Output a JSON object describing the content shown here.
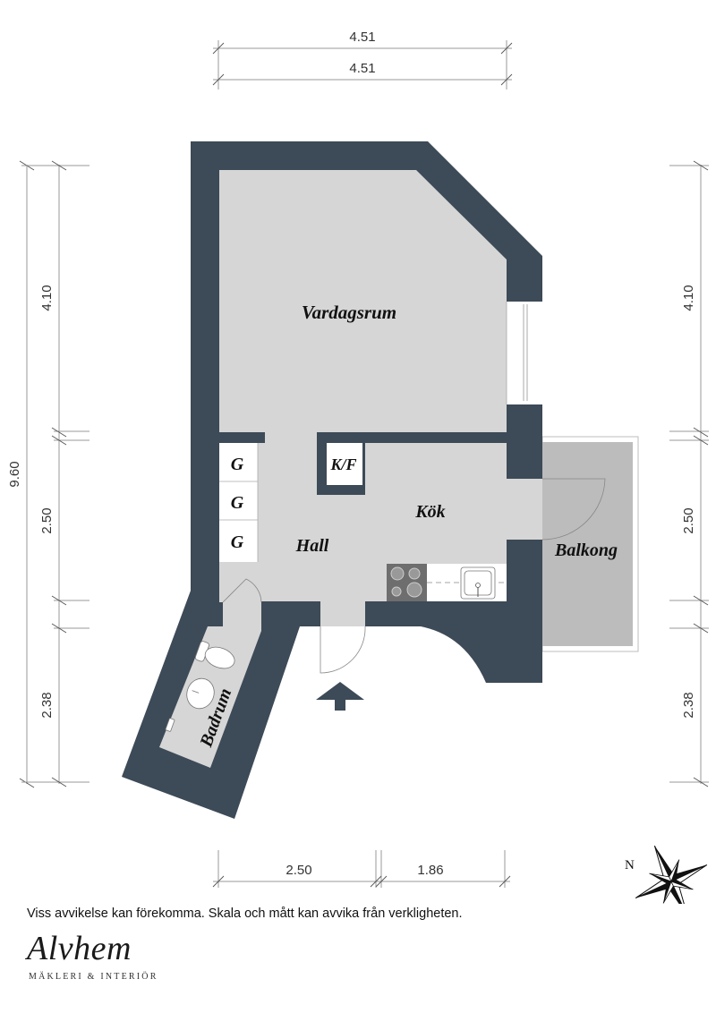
{
  "colors": {
    "wall": "#3d4a57",
    "floor": "#d6d6d6",
    "balcony": "#bcbcbc",
    "closet": "#ffffff",
    "stove": "#6e6e6e",
    "dimension_line": "#9a9a9a"
  },
  "dimensions": {
    "top": [
      "4.51",
      "4.51"
    ],
    "left_total": "9.60",
    "left_segments": [
      "4.10",
      "2.50",
      "2.38"
    ],
    "right_segments": [
      "4.10",
      "2.50",
      "2.38"
    ],
    "bottom_segments": [
      "2.50",
      "1.86"
    ]
  },
  "rooms": {
    "living": "Vardagsrum",
    "kitchen": "Kök",
    "hall": "Hall",
    "balcony": "Balkong",
    "bathroom": "Badrum",
    "fridge_freezer": "K/F",
    "closets": [
      "G",
      "G",
      "G"
    ]
  },
  "compass": {
    "north_label": "N"
  },
  "entrance": {
    "icon": "entrance-arrow-icon"
  },
  "footer": {
    "disclaimer": "Viss avvikelse kan förekomma. Skala och mått kan avvika från verkligheten.",
    "logo": "Alvhem",
    "logo_subtitle": "MÄKLERI & INTERIÖR"
  }
}
